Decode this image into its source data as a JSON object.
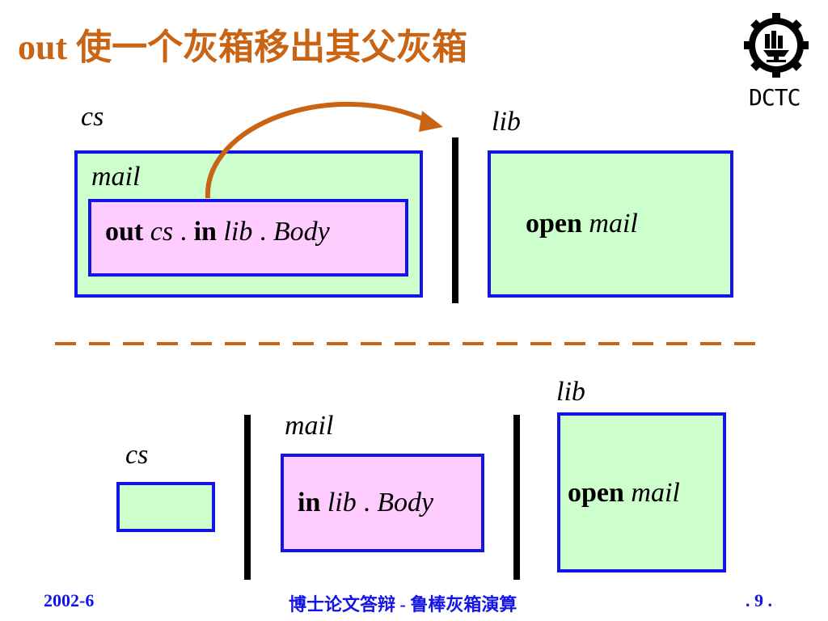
{
  "title": "out 使一个灰箱移出其父灰箱",
  "logo": {
    "text": "DCTC",
    "icon": "gear-emblem-icon"
  },
  "top": {
    "cs_label": "cs",
    "mail_label": "mail",
    "lib_label": "lib",
    "inner_expr": {
      "kw1": "out",
      "a": "cs",
      "sep1": " . ",
      "kw2": "in",
      "b": "lib",
      "sep2": " . ",
      "c": "Body"
    },
    "lib_expr": {
      "kw": "open",
      "a": "mail"
    }
  },
  "bottom": {
    "cs_label": "cs",
    "mail_label": "mail",
    "lib_label": "lib",
    "mail_expr": {
      "kw": "in",
      "a": "lib",
      "sep": " . ",
      "b": "Body"
    },
    "lib_expr": {
      "kw": "open",
      "a": "mail"
    }
  },
  "footer": {
    "date": "2002-6",
    "center": "博士论文答辩 - 鲁棒灰箱演算",
    "page": ". 9 ."
  },
  "colors": {
    "title": "#c86414",
    "border": "#1414e6",
    "green_fill": "#ccffcc",
    "pink_fill": "#ffccff",
    "arrow": "#c86414",
    "footer": "#1414e6"
  }
}
